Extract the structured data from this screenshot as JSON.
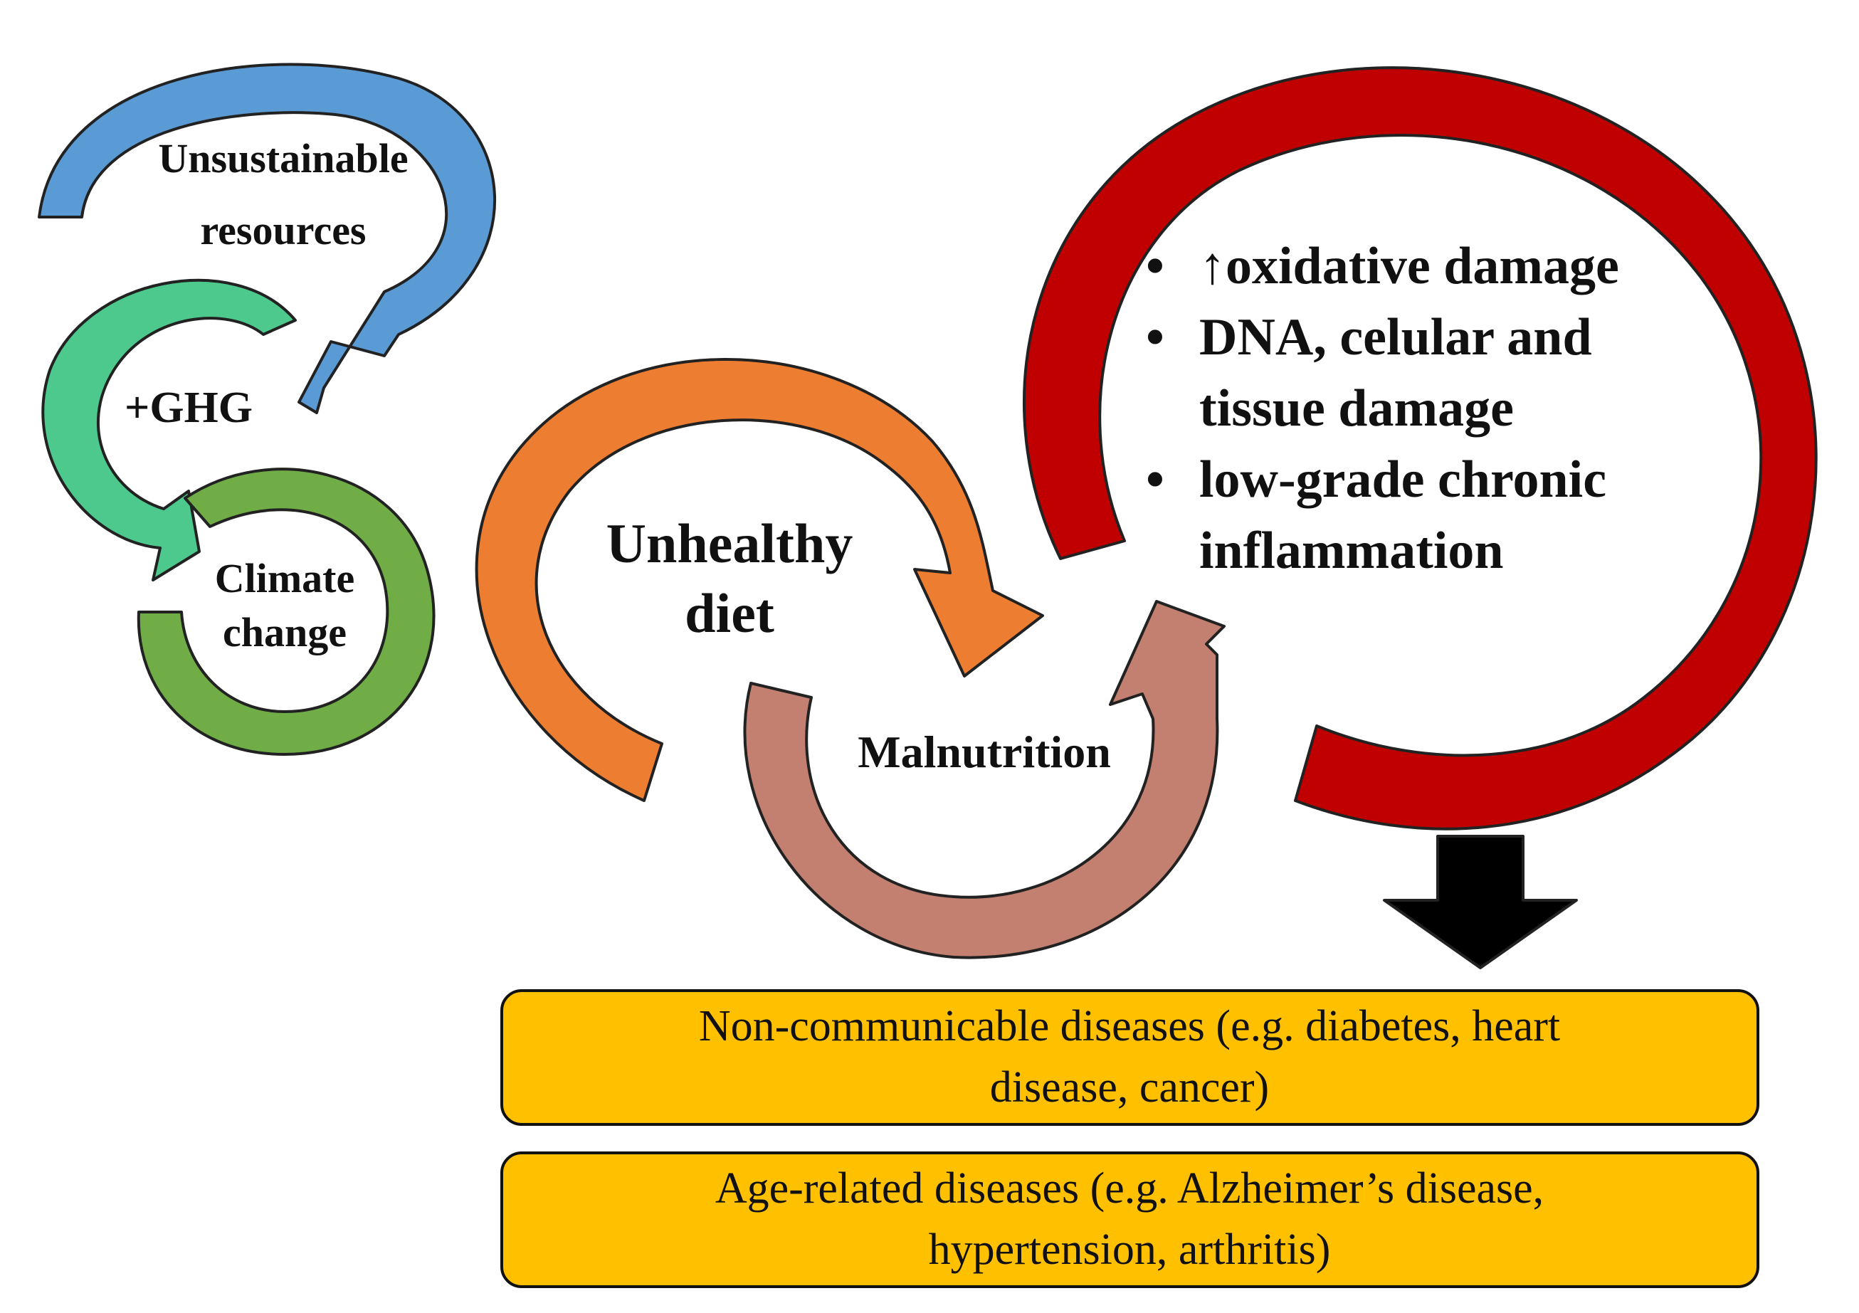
{
  "colors": {
    "blue_arrow": "#5B9BD5",
    "teal_arrow": "#4DC98E",
    "green_arrow": "#70AD47",
    "orange_arrow": "#ED7D31",
    "rose_arrow": "#C38070",
    "red_ring": "#C00000",
    "outcome_box": "#FFC000",
    "down_arrow": "#000000"
  },
  "cycle_labels": {
    "unsustainable_line1": "Unsustainable",
    "unsustainable_line2": "resources",
    "ghg": "+GHG",
    "climate_line1": "Climate",
    "climate_line2": "change",
    "unhealthy_line1": "Unhealthy",
    "unhealthy_line2": "diet",
    "malnutrition": "Malnutrition"
  },
  "effects": {
    "bullet": "•",
    "items": [
      {
        "line1": "↑oxidative damage"
      },
      {
        "line1": "DNA, celular and",
        "line2": "tissue damage"
      },
      {
        "line1": "low-grade chronic",
        "line2": "inflammation"
      }
    ]
  },
  "outcomes": [
    {
      "line1": "Non-communicable diseases (e.g. diabetes, heart",
      "line2": "disease, cancer)"
    },
    {
      "line1": "Age-related diseases (e.g. Alzheimer’s disease,",
      "line2": "hypertension, arthritis)"
    }
  ]
}
